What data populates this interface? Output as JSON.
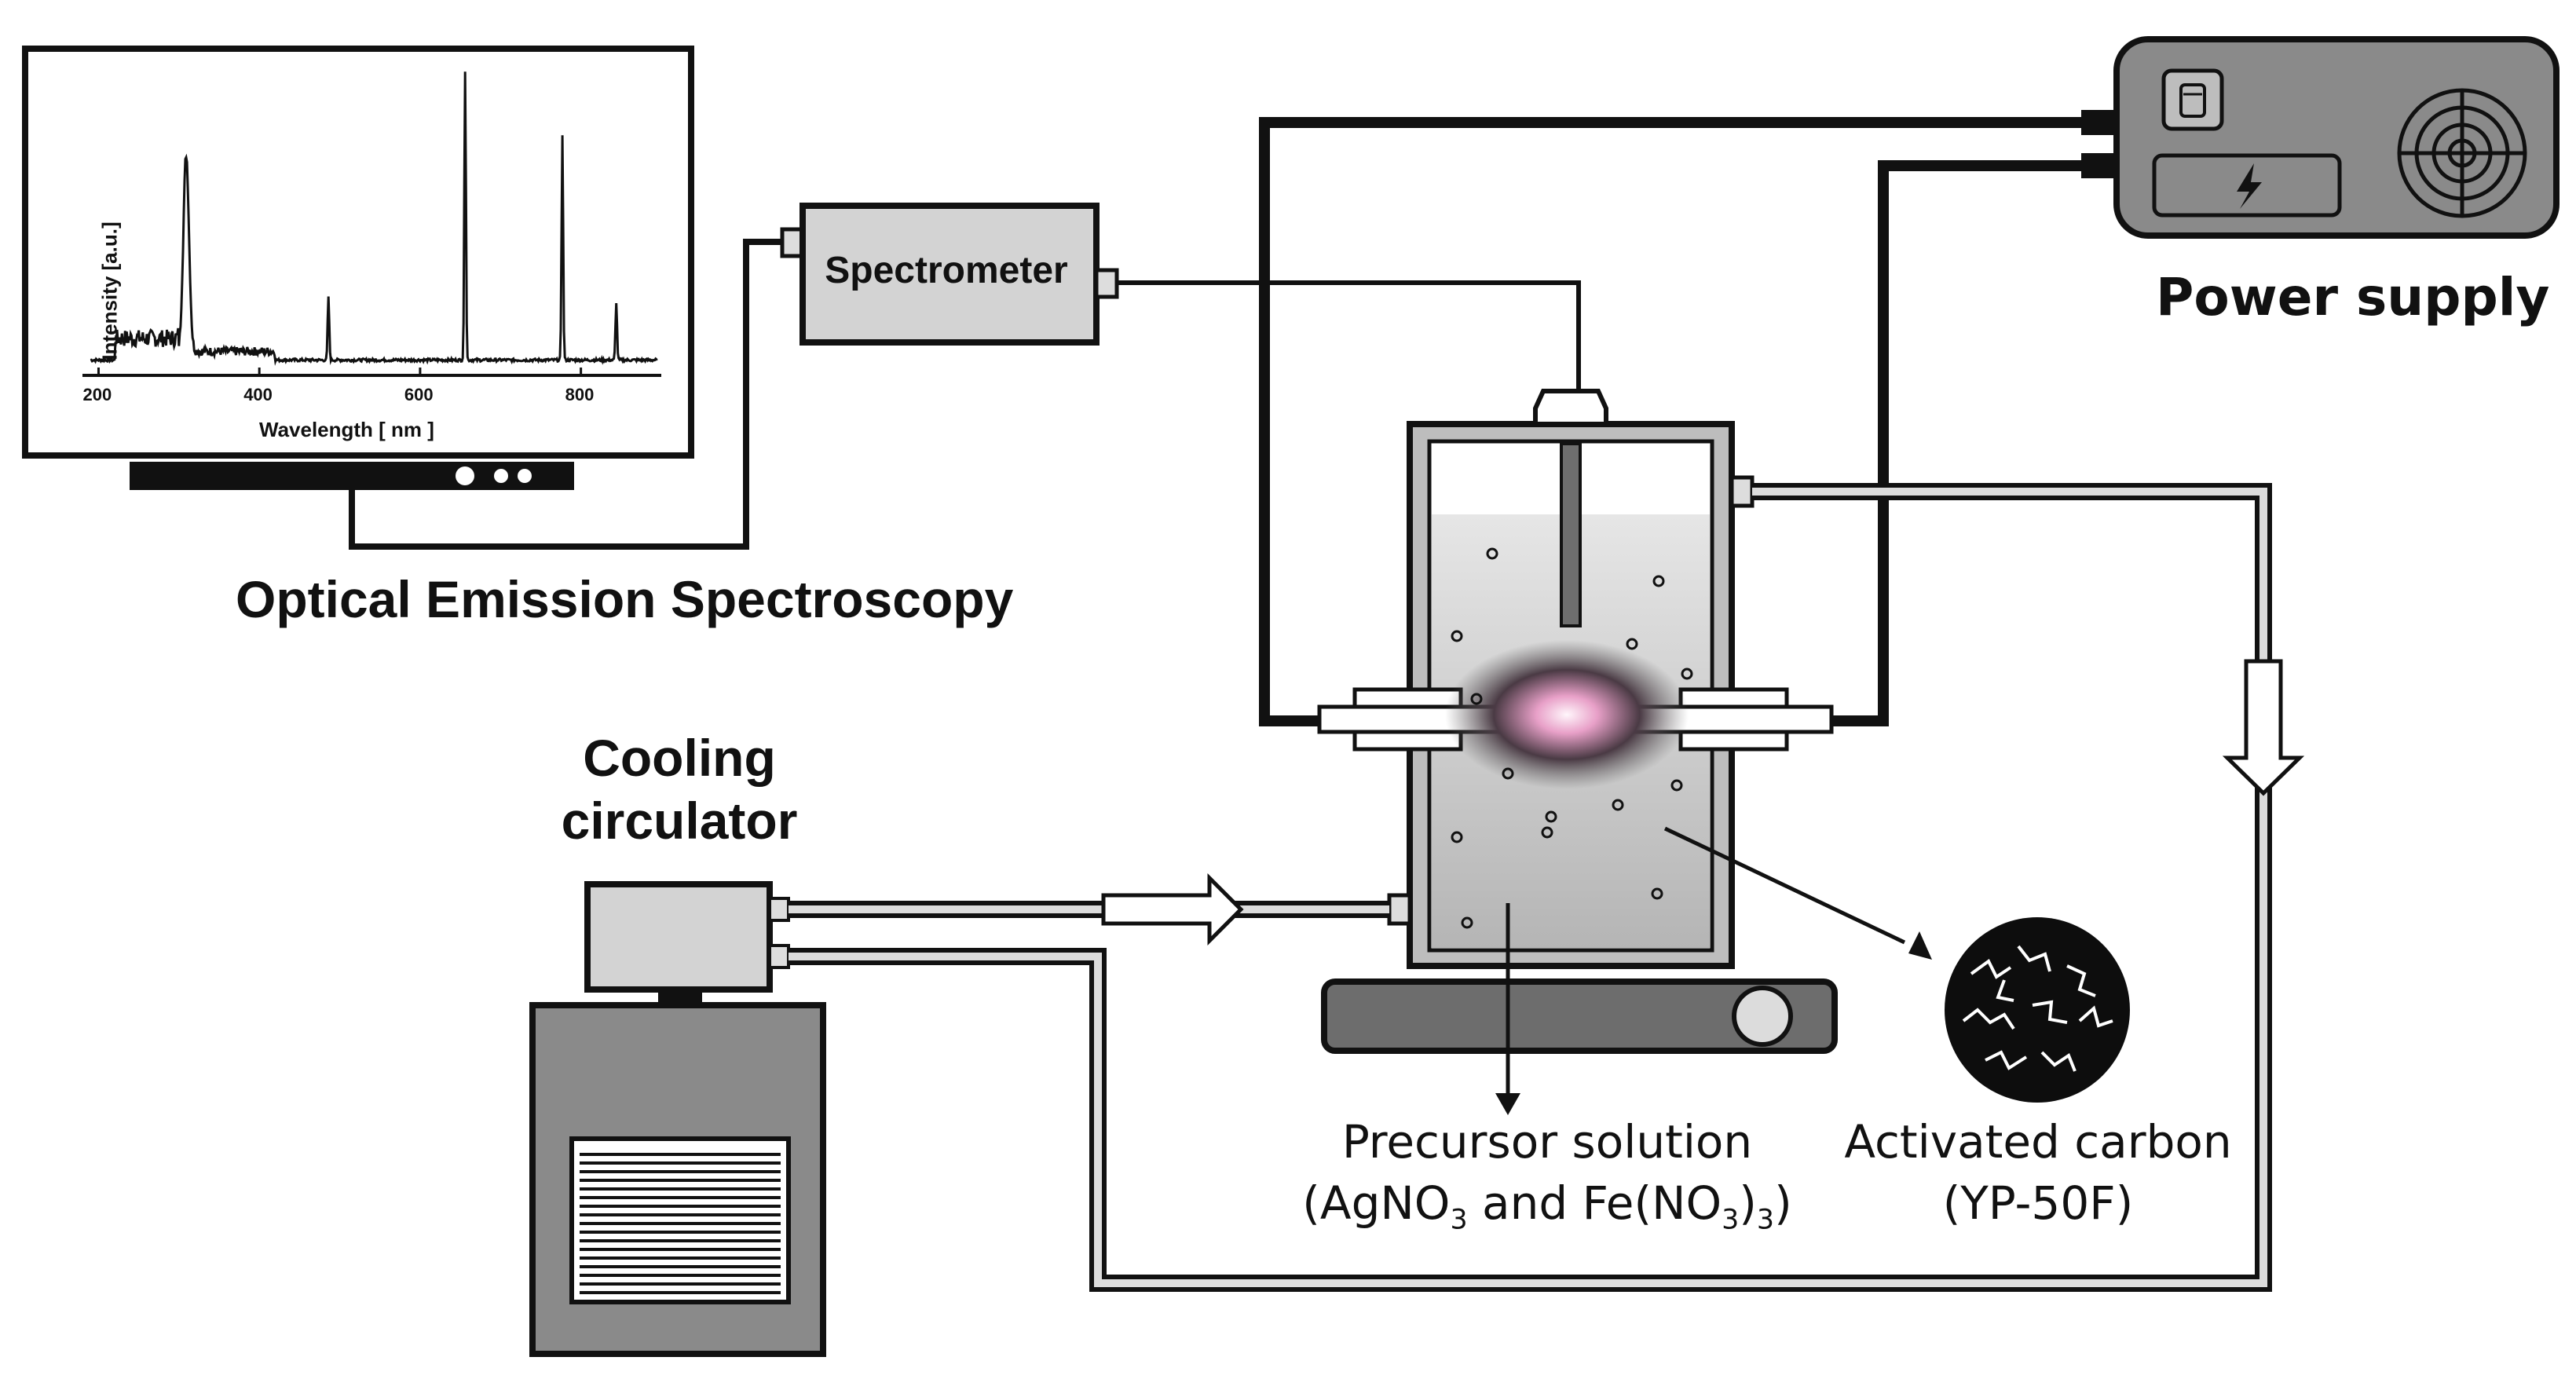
{
  "labels": {
    "optical_emission_spectroscopy": "Optical Emission Spectroscopy",
    "power_supply": "Power supply",
    "cooling_line1": "Cooling",
    "cooling_line2": "circulator",
    "spectrometer": "Spectrometer",
    "precursor_line1": "Precursor solution",
    "precursor_line2": "(AgNO3 and Fe(NO3)3)",
    "activated_carbon_line1": "Activated carbon",
    "activated_carbon_line2": "(YP-50F)"
  },
  "chart_data": {
    "type": "line",
    "xlabel": "Wavelength [ nm ]",
    "ylabel": "Intensity [a.u.]",
    "xlim": [
      180,
      900
    ],
    "xticks": [
      200,
      400,
      600,
      800
    ],
    "peaks": [
      {
        "x": 309,
        "y": 0.68
      },
      {
        "x": 486,
        "y": 0.22
      },
      {
        "x": 656,
        "y": 1.0
      },
      {
        "x": 777,
        "y": 0.78
      },
      {
        "x": 844,
        "y": 0.2
      }
    ]
  },
  "colors": {
    "line": "#111111",
    "box_fill": "#d3d3d3",
    "device_fill": "#8a8a8a",
    "liquid": "#c4c4c4",
    "stirrer": "#6d6d6d"
  }
}
